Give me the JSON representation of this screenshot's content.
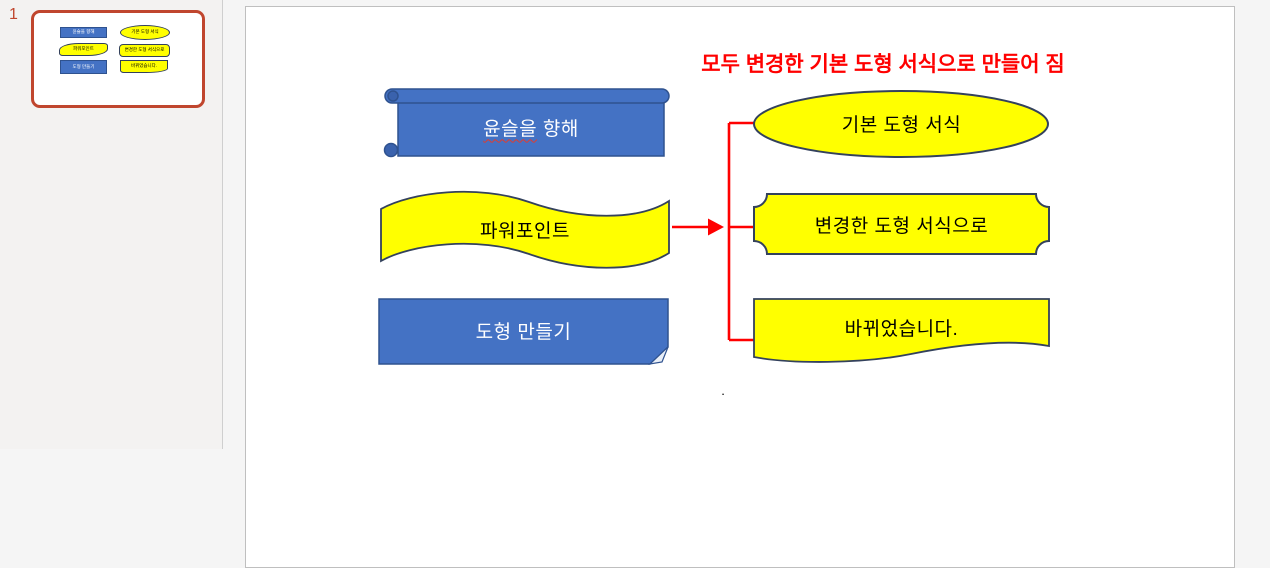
{
  "panel": {
    "slide_number": "1"
  },
  "slide": {
    "annotation": "모두 변경한 기본 도형 서식으로 만들어 짐",
    "stray_period": ".",
    "shapes": {
      "scroll": {
        "type": "horizontal-scroll",
        "label_misspelled": "윤슬을",
        "label_rest": " 향해",
        "fill": "#4472C4"
      },
      "wave": {
        "type": "wave",
        "label": "파워포인트",
        "fill": "#FFFF00"
      },
      "folded": {
        "type": "folded-corner",
        "label": "도형 만들기",
        "fill": "#4472C4"
      },
      "ellipse": {
        "type": "oval",
        "label": "기본 도형 서식",
        "fill": "#FFFF00"
      },
      "plaque": {
        "type": "plaque",
        "label": "변경한 도형 서식으로",
        "fill": "#FFFF00"
      },
      "document": {
        "type": "flowchart-document",
        "label": "바뀌었습니다.",
        "fill": "#FFFF00"
      }
    }
  },
  "colors": {
    "blue_fill": "#4472C4",
    "blue_border": "#2F528F",
    "yellow_fill": "#FFFF00",
    "yellow_border": "#33415C",
    "connector_red": "#FF0000",
    "annotation_red": "#FF0000",
    "selected_thumbnail_border": "#C0462E",
    "slide_background": "#FFFFFF",
    "panel_background": "#F3F2F1",
    "canvas_background": "#F5F5F5"
  }
}
